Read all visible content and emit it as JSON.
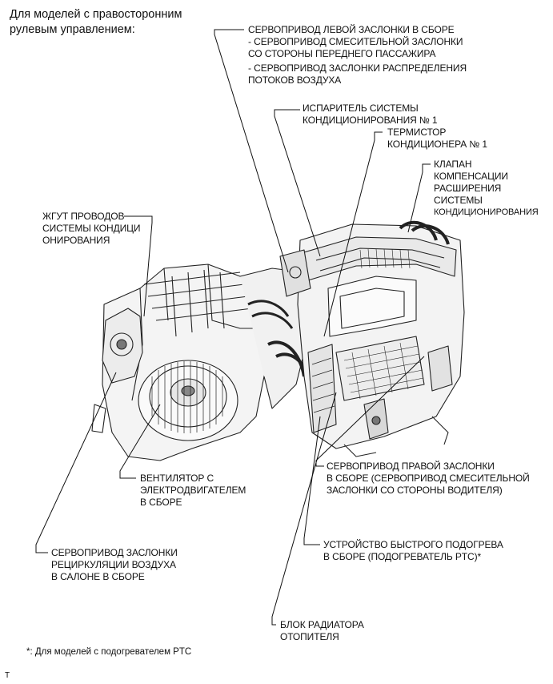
{
  "header": {
    "line1": "Для моделей с правосторонним",
    "line2": "рулевым управлением:"
  },
  "labels": {
    "left_damper_servo": {
      "line1": "СЕРВОПРИВОД ЛЕВОЙ ЗАСЛОНКИ В СБОРЕ",
      "sub1_line1": "- СЕРВОПРИВОД СМЕСИТЕЛЬНОЙ ЗАСЛОНКИ",
      "sub1_line2": "СО СТОРОНЫ ПЕРЕДНЕГО ПАССАЖИРА",
      "sub2_line1": "- СЕРВОПРИВОД ЗАСЛОНКИ РАСПРЕДЕЛЕНИЯ",
      "sub2_line2": "ПОТОКОВ ВОЗДУХА"
    },
    "evaporator": {
      "line1": "ИСПАРИТЕЛЬ СИСТЕМЫ",
      "line2": "КОНДИЦИОНИРОВАНИЯ № 1"
    },
    "thermistor": {
      "line1": "ТЕРМИСТОР",
      "line2": "КОНДИЦИОНЕРА № 1"
    },
    "expansion_valve": {
      "line1": "КЛАПАН",
      "line2": "КОМПЕНСАЦИИ",
      "line3": "РАСШИРЕНИЯ",
      "line4": "СИСТЕМЫ",
      "line5": "КОНДИЦИОНИРОВАНИЯ"
    },
    "wire_harness": {
      "line1": "ЖГУТ ПРОВОДОВ",
      "line2": "СИСТЕМЫ КОНДИЦИ",
      "line3": "ОНИРОВАНИЯ"
    },
    "blower_motor": {
      "line1": "ВЕНТИЛЯТОР С",
      "line2": "ЭЛЕКТРОДВИГАТЕЛЕМ",
      "line3": "В СБОРЕ"
    },
    "right_damper_servo": {
      "line1": "СЕРВОПРИВОД ПРАВОЙ ЗАСЛОНКИ",
      "line2": "В СБОРЕ (СЕРВОПРИВОД СМЕСИТЕЛЬНОЙ",
      "line3": "ЗАСЛОНКИ СО СТОРОНЫ ВОДИТЕЛЯ)"
    },
    "ptc_heater": {
      "line1": "УСТРОЙСТВО БЫСТРОГО ПОДОГРЕВА",
      "line2": "В СБОРЕ (ПОДОГРЕВАТЕЛЬ PTC)*"
    },
    "recirc_servo": {
      "line1": "СЕРВОПРИВОД ЗАСЛОНКИ",
      "line2": "РЕЦИРКУЛЯЦИИ ВОЗДУХА",
      "line3": "В САЛОНЕ В СБОРЕ"
    },
    "heater_core": {
      "line1": "БЛОК РАДИАТОРА",
      "line2": "ОТОПИТЕЛЯ"
    }
  },
  "footnote": "*: Для моделей с подогревателем PTC",
  "corner_mark": "T"
}
